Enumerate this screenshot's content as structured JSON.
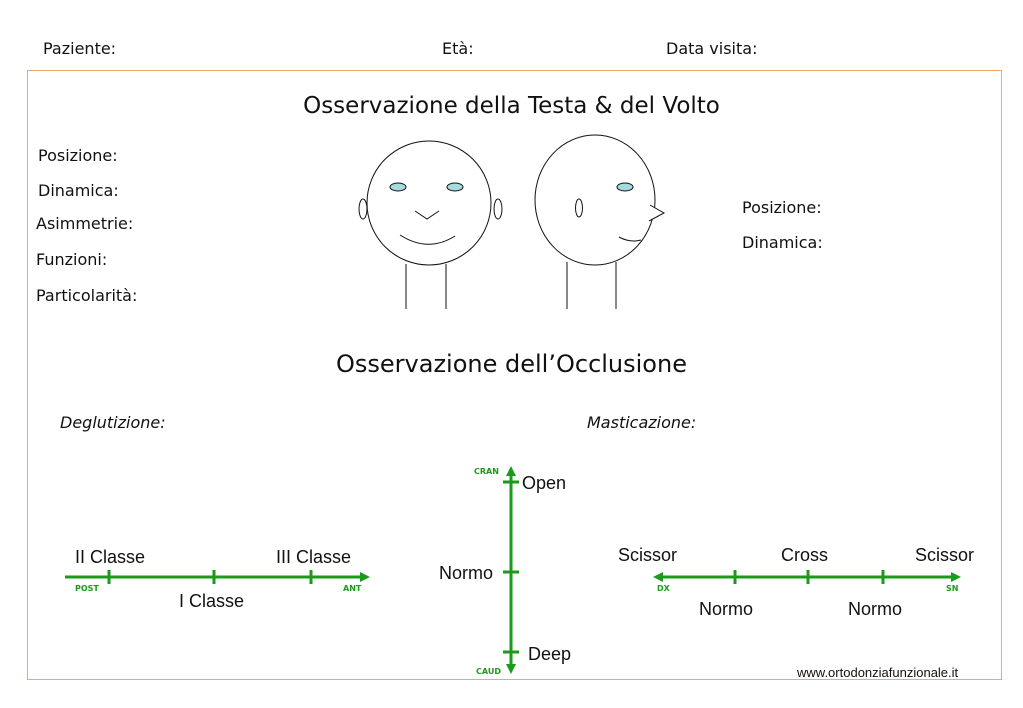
{
  "header": {
    "patient_label": "Paziente:",
    "age_label": "Età:",
    "visit_date_label": "Data visita:"
  },
  "head_face": {
    "title": "Osservazione della Testa & del Volto",
    "left_fields": [
      "Posizione:",
      "Dinamica:",
      "Asimmetrie:",
      "Funzioni:",
      "Particolarità:"
    ],
    "right_fields": [
      "Posizione:",
      "Dinamica:"
    ]
  },
  "occlusion": {
    "title": "Osservazione dell’Occlusione",
    "swallowing_label": "Deglutizione:",
    "chewing_label": "Masticazione:",
    "sagittal_axis": {
      "labels": [
        "II Classe",
        "I Classe",
        "III Classe"
      ],
      "end_left": "POST",
      "end_right": "ANT"
    },
    "vertical_axis": {
      "labels": [
        "Open",
        "Normo",
        "Deep"
      ],
      "end_top": "CRAN",
      "end_bottom": "CAUD"
    },
    "transverse_axis": {
      "labels": [
        "Scissor",
        "Normo",
        "Cross",
        "Normo",
        "Scissor"
      ],
      "end_left": "DX",
      "end_right": "SN"
    }
  },
  "footer": {
    "website": "www.ortodonziafunzionale.it"
  },
  "colors": {
    "frame_border": "#f0a868",
    "axis_green": "#1b9a1b",
    "eye_fill": "#a8d8e0"
  }
}
